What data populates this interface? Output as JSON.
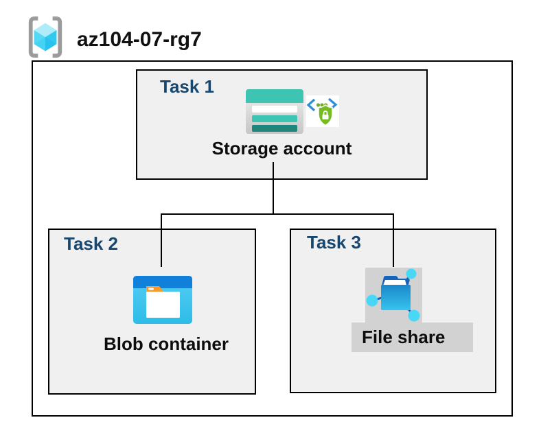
{
  "header": {
    "resource_group_name": "az104-07-rg7",
    "resource_group_icon": "azure-resource-group-icon"
  },
  "tasks": [
    {
      "label": "Task 1",
      "item": "Storage account",
      "icons": [
        "storage-account-icon",
        "shared-access-signature-icon"
      ]
    },
    {
      "label": "Task 2",
      "item": "Blob container",
      "icons": [
        "blob-container-icon"
      ]
    },
    {
      "label": "Task 3",
      "item": "File share",
      "icons": [
        "file-share-icon"
      ]
    }
  ],
  "connections": [
    {
      "from": "Storage account",
      "to": "Blob container"
    },
    {
      "from": "Storage account",
      "to": "File share"
    }
  ],
  "colors": {
    "task_label_navy": "#17466F",
    "box_fill_gray": "#F0F0F0",
    "box_border": "#000000",
    "storage_teal": "#3EC4B3",
    "storage_teal_dark": "#20867B",
    "blob_header_blue": "#1180DA",
    "blob_body_cyan": "#41C6F0",
    "folder_tab_orange": "#F7992F",
    "file_share_node_cyan": "#49D7F8",
    "file_share_folder_blue": "#1B87C9",
    "sas_bracket_blue": "#2F8CDA",
    "sas_shield_green": "#76BB21",
    "highlight_gray": "#D2D2D2",
    "rg_bracket_gray": "#9B9B9B",
    "rg_cube_top": "#AEECFA",
    "rg_cube_left": "#55D8F5",
    "rg_cube_right": "#30C9F0"
  }
}
